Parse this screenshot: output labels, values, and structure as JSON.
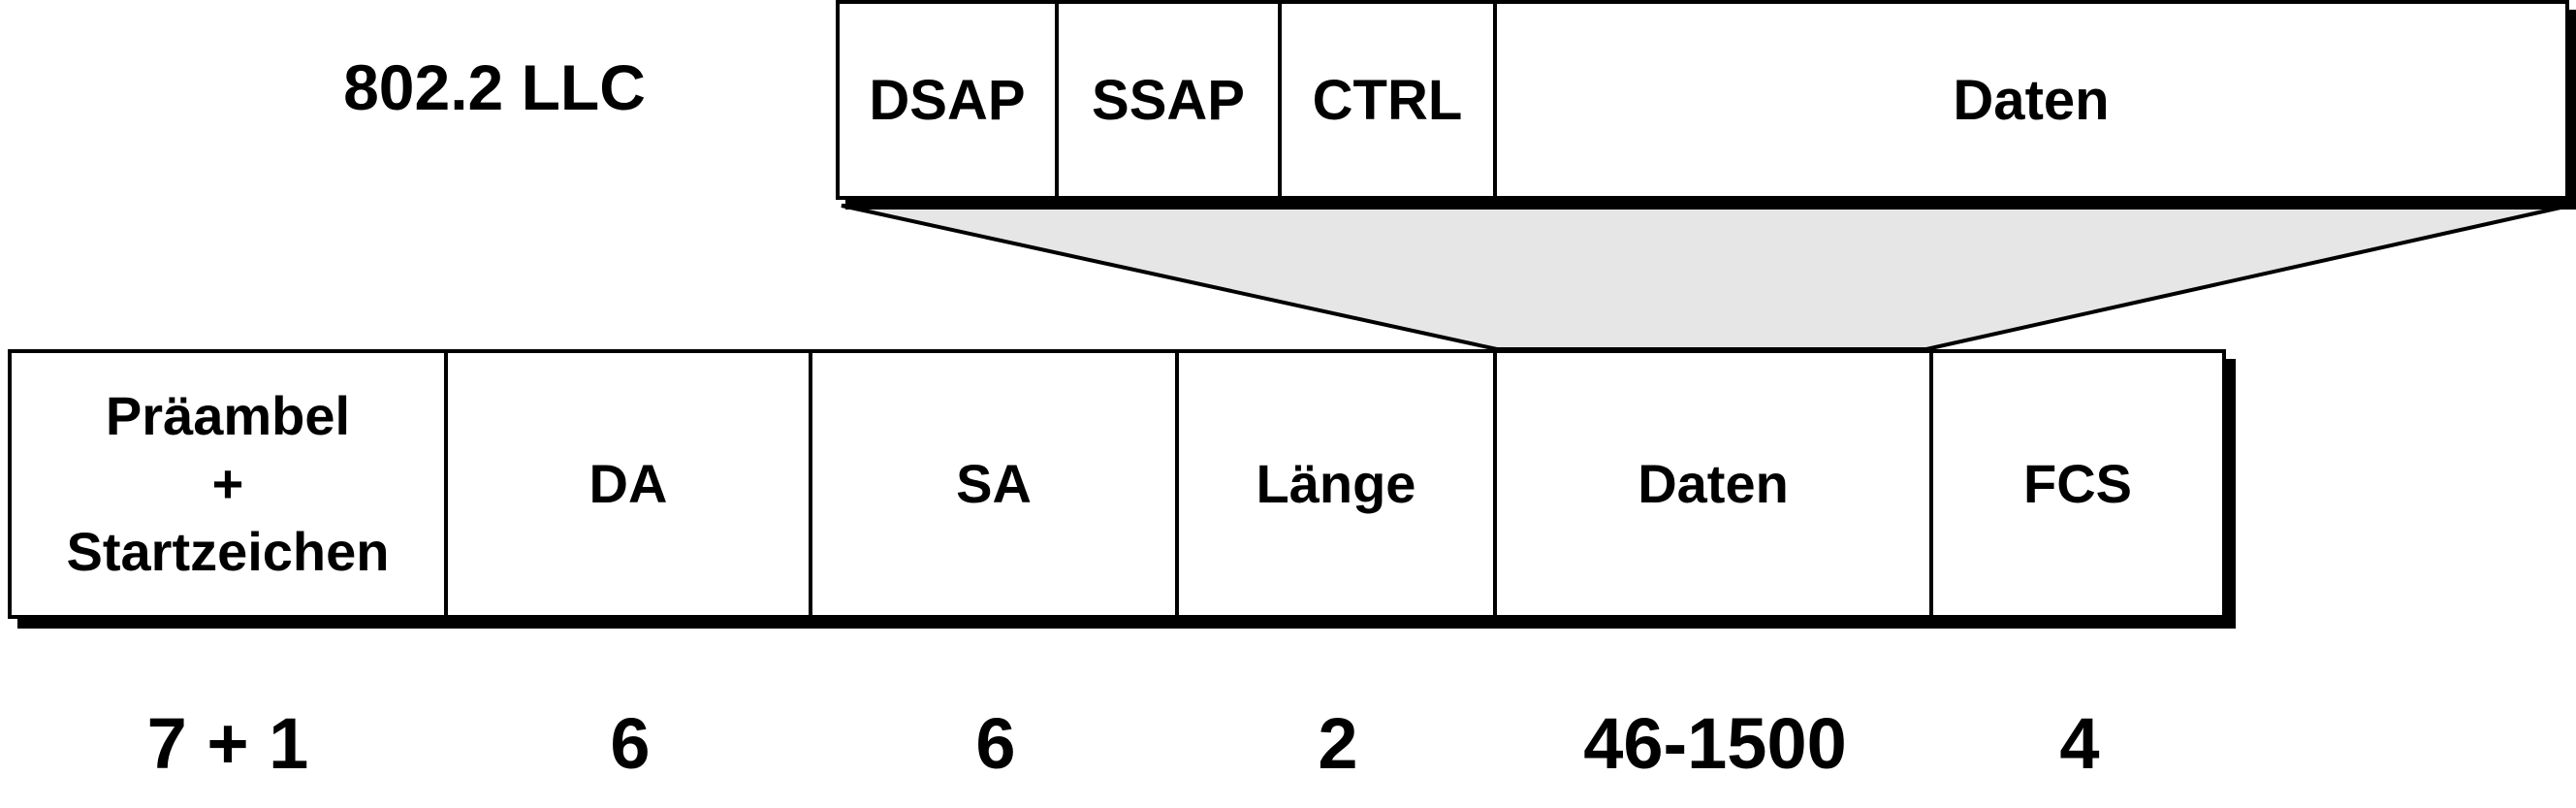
{
  "llc": {
    "title": "802.2 LLC",
    "fields": [
      "DSAP",
      "SSAP",
      "CTRL",
      "Daten"
    ]
  },
  "frame": {
    "fields": [
      "Präambel\n+\nStartzeichen",
      "DA",
      "SA",
      "Länge",
      "Daten",
      "FCS"
    ],
    "sizes": [
      "7 + 1",
      "6",
      "6",
      "2",
      "46-1500",
      "4"
    ]
  }
}
